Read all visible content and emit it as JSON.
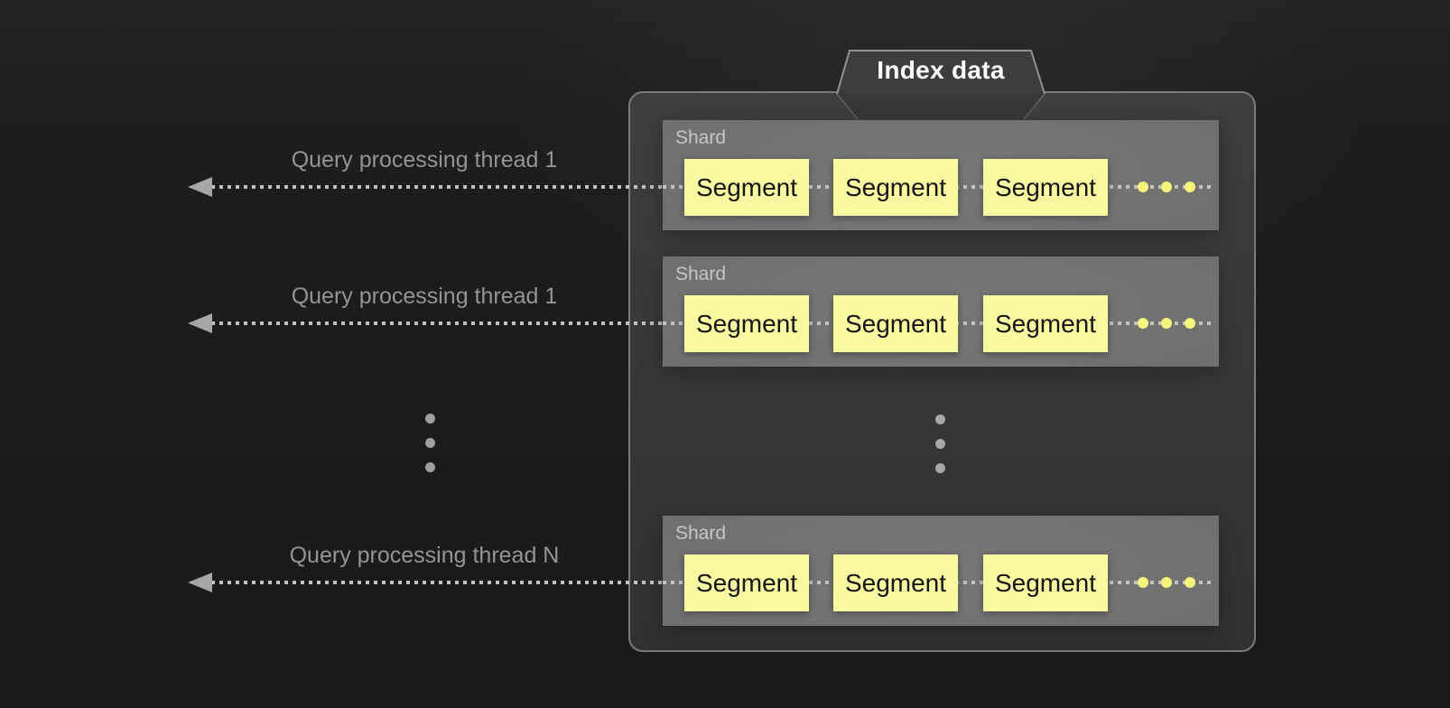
{
  "panel": {
    "tab_label": "Index data"
  },
  "threads": [
    {
      "label": "Query processing thread 1"
    },
    {
      "label": "Query processing thread 1"
    },
    {
      "label": "Query processing thread N"
    }
  ],
  "shards": [
    {
      "label": "Shard",
      "segments": [
        "Segment",
        "Segment",
        "Segment"
      ]
    },
    {
      "label": "Shard",
      "segments": [
        "Segment",
        "Segment",
        "Segment"
      ]
    },
    {
      "label": "Shard",
      "segments": [
        "Segment",
        "Segment",
        "Segment"
      ]
    }
  ],
  "colors": {
    "segment_fill": "#f9f9a1",
    "segment_text": "#151515",
    "yellow_dot": "#f5f57c",
    "shard_fill": "#6f6f6d",
    "shard_label": "#c6c6c6",
    "panel_border": "#7a7a77",
    "tab_fill": "#3d3d3b",
    "tab_border": "#92928f",
    "tab_text": "#ffffff",
    "dash": "#c2c2c2",
    "arrow_head": "#a6a6a6",
    "thread_label": "#949494"
  }
}
